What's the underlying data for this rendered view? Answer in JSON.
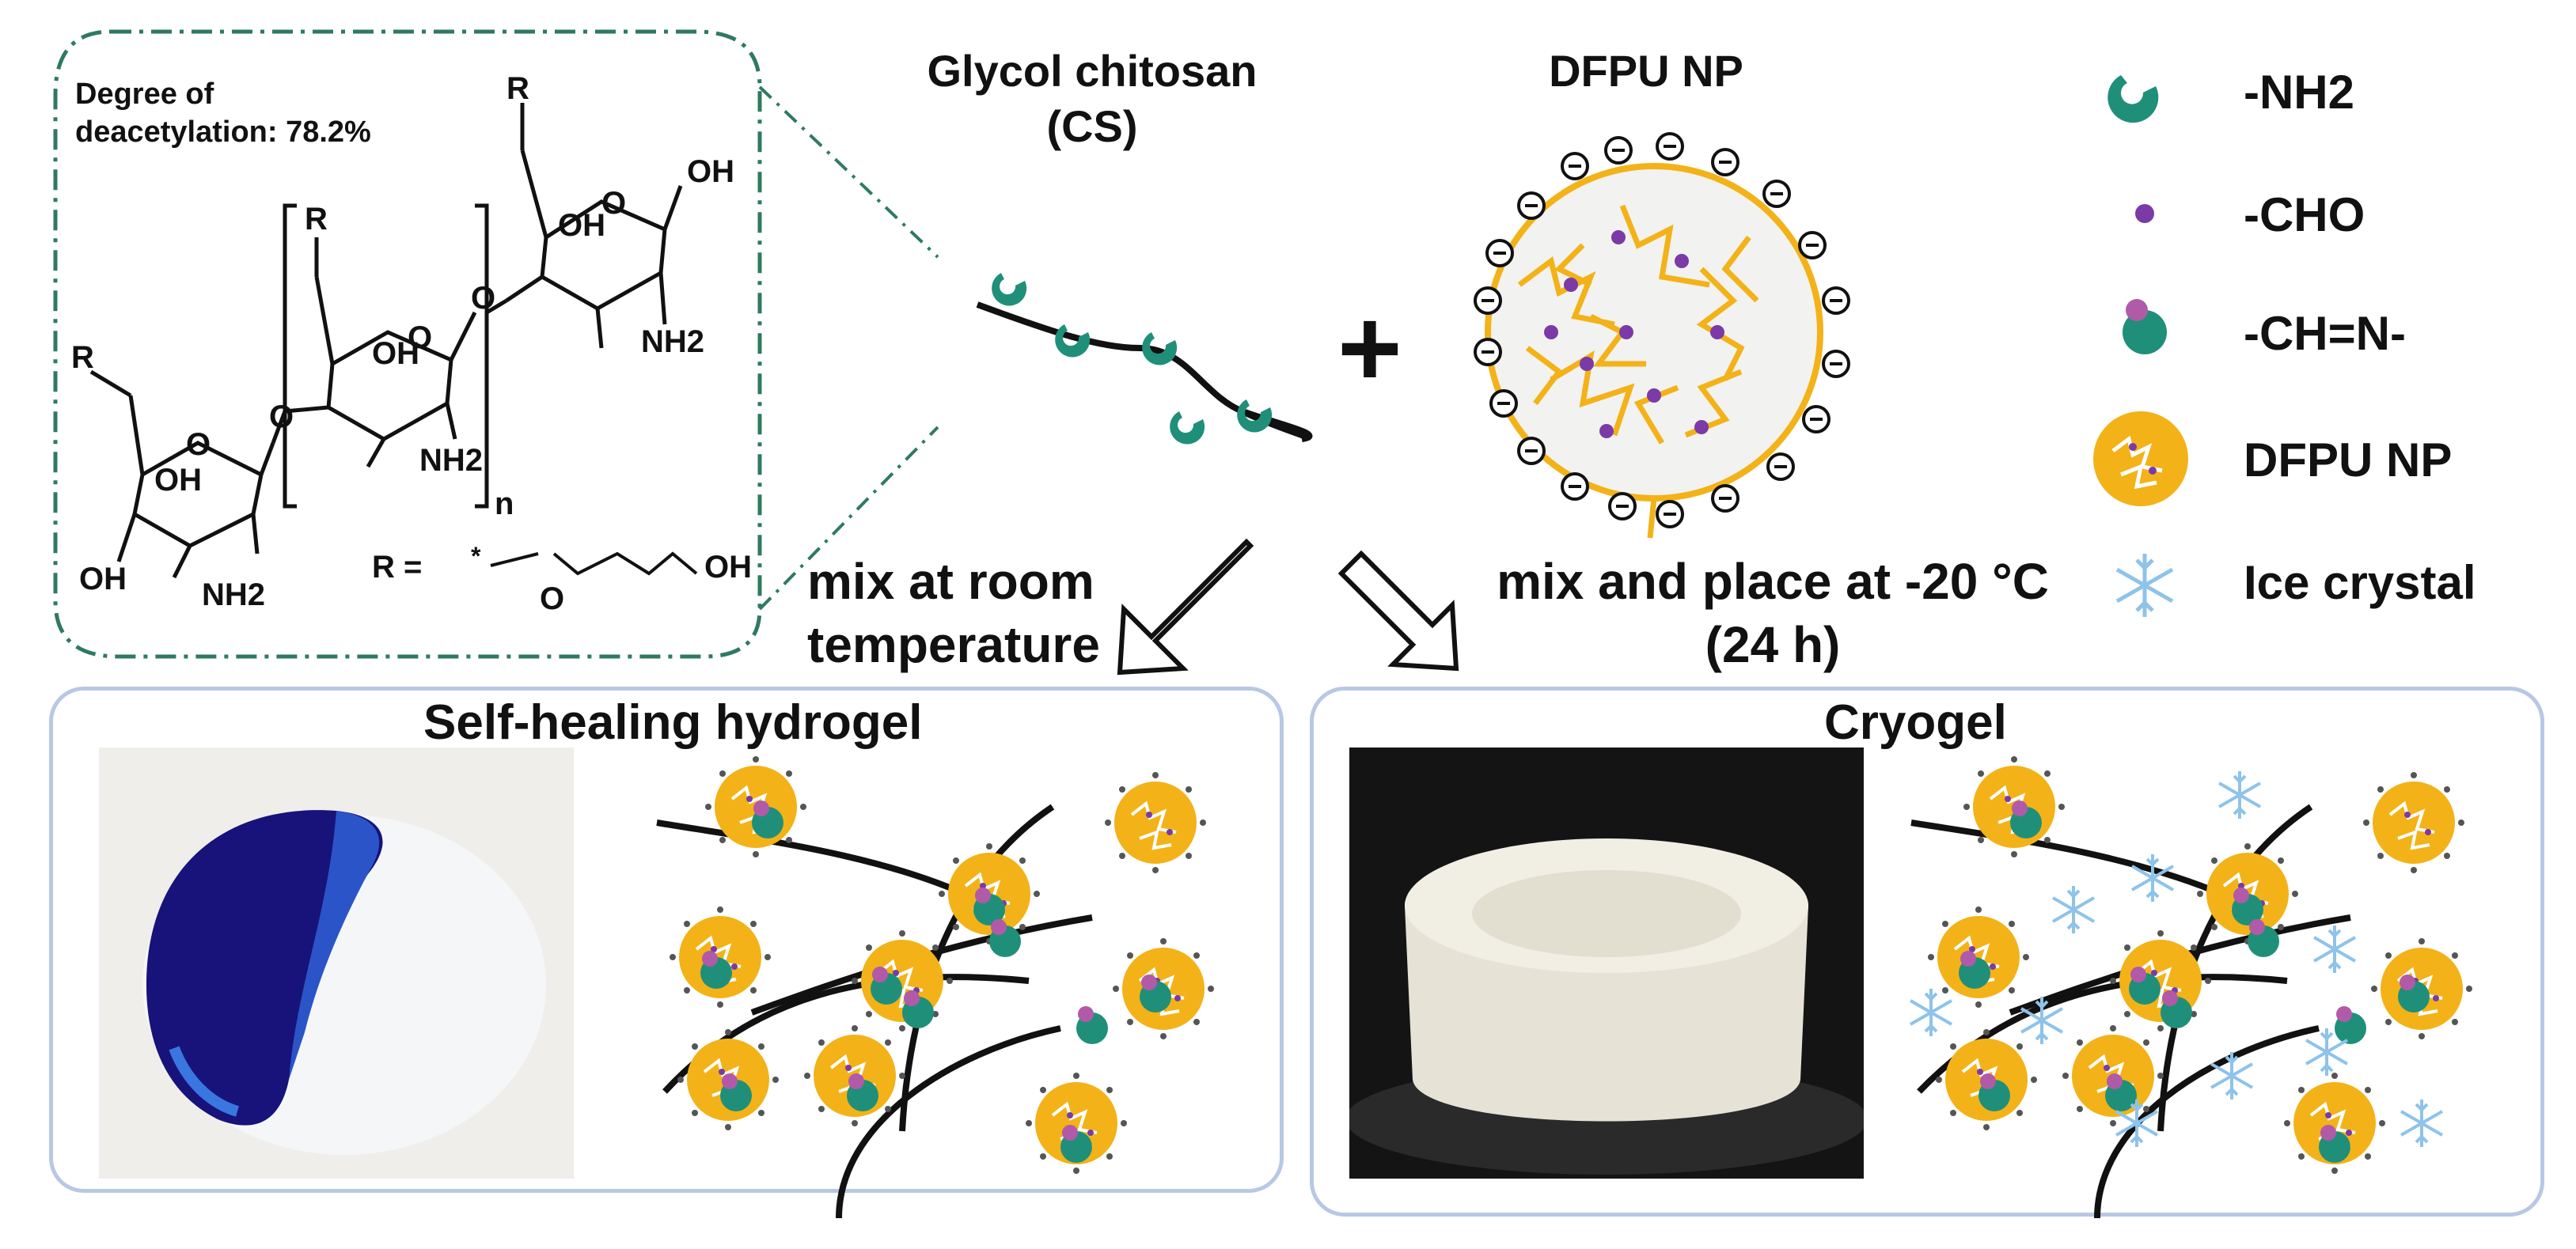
{
  "structure": {
    "deacetylation_label_1": "Degree of",
    "deacetylation_label_2": "deacetylation: 78.2%",
    "r_top": "R",
    "r_mid": "R",
    "r_left": "R",
    "oh_top_right": "OH",
    "oh_top": "OH",
    "oh_mid": "OH",
    "oh_left_1": "OH",
    "oh_left_2": "OH",
    "nh2_top": "NH2",
    "nh2_mid": "NH2",
    "nh2_left": "NH2",
    "ring_o_1": "O",
    "ring_o_2": "O",
    "ring_o_3": "O",
    "link_o_1": "O",
    "link_o_2": "O",
    "n_sub": "n",
    "r_def_prefix": "R = ",
    "r_def_star": "*",
    "r_def_o": "O",
    "r_def_oh": "OH"
  },
  "reagents": {
    "cs_title_1": "Glycol chitosan",
    "cs_title_2": "(CS)",
    "np_title": "DFPU NP",
    "plus": "+"
  },
  "legend": [
    {
      "icon": "nh2-group-icon",
      "label": "-NH2"
    },
    {
      "icon": "cho-group-icon",
      "label": "-CHO"
    },
    {
      "icon": "imine-bond-icon",
      "label": "-CH=N-"
    },
    {
      "icon": "dfpu-np-icon",
      "label": "DFPU NP"
    },
    {
      "icon": "ice-crystal-icon",
      "label": "Ice crystal"
    }
  ],
  "arrows": {
    "left_1": "mix at room",
    "left_2": "temperature",
    "right_1": "mix and place at -20 °C",
    "right_2": "(24 h)"
  },
  "panels": {
    "left_title": "Self-healing hydrogel",
    "right_title": "Cryogel"
  },
  "colors": {
    "amine_green": "#1f8f7a",
    "aldehyde_purple": "#7b3aa6",
    "np_orange": "#f3b218",
    "ice_blue": "#8ec3ea",
    "panel_border": "#b8c8e4",
    "dashed_box": "#2f7a5e"
  }
}
